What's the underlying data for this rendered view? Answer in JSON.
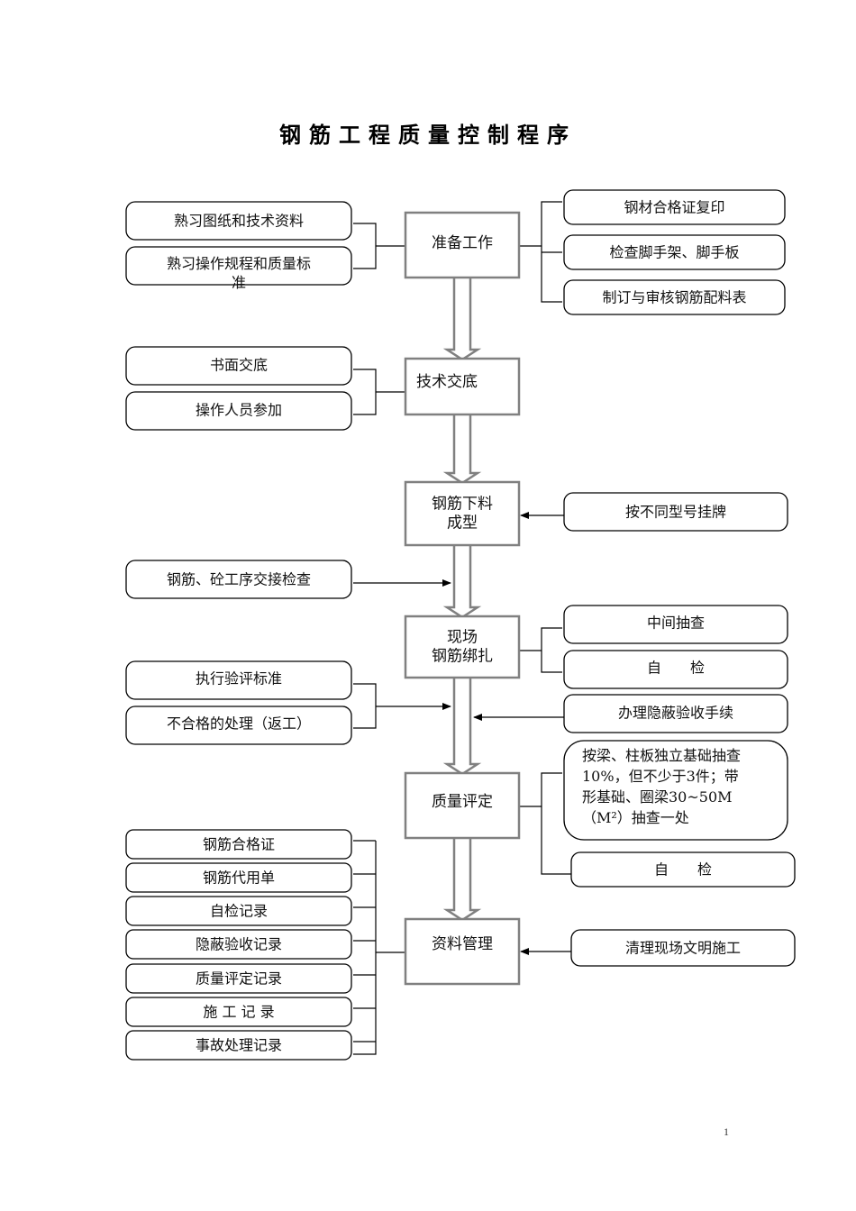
{
  "title": "钢筋工程质量控制程序",
  "page_number": "1",
  "colors": {
    "main_box_stroke": "#808080",
    "side_box_stroke": "#000000",
    "connector": "#000000"
  },
  "main_steps": [
    {
      "id": "prepare",
      "lines": [
        "准备工作"
      ]
    },
    {
      "id": "tech-briefing",
      "lines": [
        "技术交底"
      ]
    },
    {
      "id": "cutting-forming",
      "lines": [
        "钢筋下料",
        "成型"
      ]
    },
    {
      "id": "site-binding",
      "lines": [
        "现场",
        "钢筋绑扎"
      ]
    },
    {
      "id": "quality-assessment",
      "lines": [
        "质量评定"
      ]
    },
    {
      "id": "document-management",
      "lines": [
        "资料管理"
      ]
    }
  ],
  "side_nodes": {
    "prepare_left": [
      {
        "lines": [
          "熟习图纸和技术资料"
        ]
      },
      {
        "lines": [
          "熟习操作规程和质量标",
          "准"
        ]
      }
    ],
    "prepare_right": [
      {
        "lines": [
          "钢材合格证复印"
        ]
      },
      {
        "lines": [
          "检查脚手架、脚手板"
        ]
      },
      {
        "lines": [
          "制订与审核钢筋配料表"
        ]
      }
    ],
    "briefing_left": [
      {
        "lines": [
          "书面交底"
        ]
      },
      {
        "lines": [
          "操作人员参加"
        ]
      }
    ],
    "cutting_right": [
      {
        "lines": [
          "按不同型号挂牌"
        ]
      }
    ],
    "handover_left": [
      {
        "lines": [
          "钢筋、砼工序交接检查"
        ]
      }
    ],
    "binding_right": [
      {
        "lines": [
          "中间抽查"
        ]
      },
      {
        "lines": [
          "自　　检"
        ]
      }
    ],
    "standards_left": [
      {
        "lines": [
          "执行验评标准"
        ]
      },
      {
        "lines": [
          "不合格的处理（返工）"
        ]
      }
    ],
    "concealed_right": [
      {
        "lines": [
          "办理隐蔽验收手续"
        ]
      }
    ],
    "assessment_right": [
      {
        "lines": [
          "按梁、柱板独立基础抽查",
          "10%，但不少于3件；带",
          "形基础、圈梁30~50M",
          "（M²）抽查一处"
        ]
      },
      {
        "lines": [
          "自　　检"
        ]
      }
    ],
    "documents_left": [
      {
        "lines": [
          "钢筋合格证"
        ]
      },
      {
        "lines": [
          "钢筋代用单"
        ]
      },
      {
        "lines": [
          "自检记录"
        ]
      },
      {
        "lines": [
          "隐蔽验收记录"
        ]
      },
      {
        "lines": [
          "质量评定记录"
        ]
      },
      {
        "lines": [
          "施 工 记 录"
        ]
      },
      {
        "lines": [
          "事故处理记录"
        ]
      }
    ],
    "documents_right": [
      {
        "lines": [
          "清理现场文明施工"
        ]
      }
    ]
  }
}
